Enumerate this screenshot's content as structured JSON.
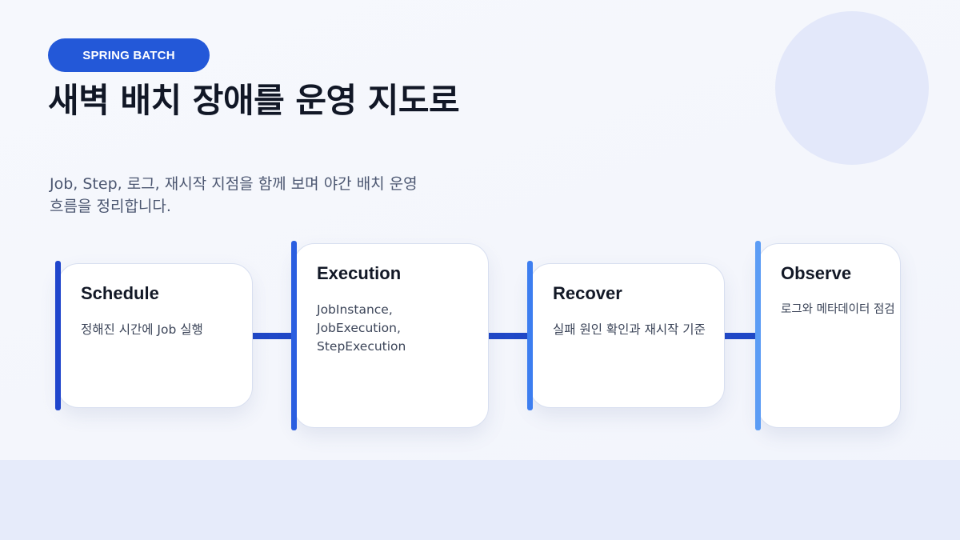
{
  "header": {
    "badge": "SPRING BATCH",
    "title": "새벽 배치 장애를 운영 지도로",
    "subtitle": "Job, Step, 로그, 재시작 지점을 함께 보며 야간 배치 운영 흐름을 정리합니다."
  },
  "stages": [
    {
      "title": "Schedule",
      "description": "정해진 시간에 Job 실행",
      "accent": "#1f45cc"
    },
    {
      "title": "Execution",
      "description": "JobInstance,\nJobExecution,\nStepExecution",
      "accent": "#2a5ee0"
    },
    {
      "title": "Recover",
      "description": "실패 원인 확인과 재시작 기준",
      "accent": "#3d7ef0"
    },
    {
      "title": "Observe",
      "description": "로그와 메타데이터 점검",
      "accent": "#5b9cf5"
    }
  ],
  "colors": {
    "badge": "#2358d8",
    "connector": "#2048c8",
    "decoration": "#e3e8fa"
  }
}
